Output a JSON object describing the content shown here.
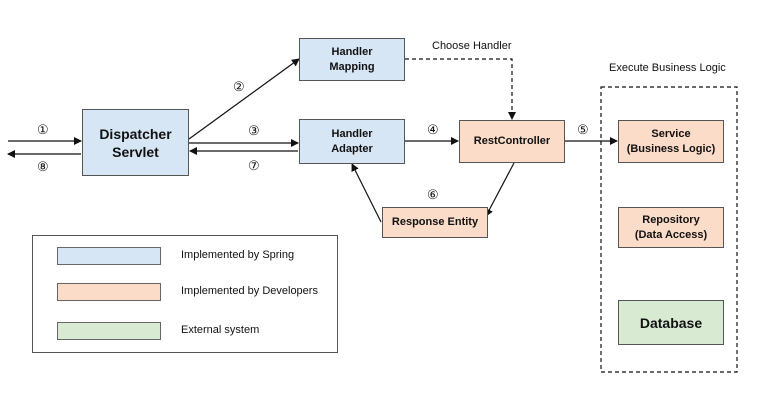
{
  "nodes": {
    "dispatcher": "Dispatcher\nServlet",
    "handler_mapping": "Handler\nMapping",
    "handler_adapter": "Handler\nAdapter",
    "rest_controller": "RestController",
    "response_entity": "Response Entity",
    "service": "Service\n(Business Logic)",
    "repository": "Repository\n(Data Access)",
    "database": "Database"
  },
  "labels": {
    "choose_handler": "Choose Handler",
    "execute_business_logic": "Execute Business Logic"
  },
  "steps": [
    "①",
    "②",
    "③",
    "④",
    "⑤",
    "⑥",
    "⑦",
    "⑧"
  ],
  "legend": {
    "spring": "Implemented by Spring",
    "developers": "Implemented by Developers",
    "external": "External system"
  },
  "colors": {
    "spring": "#d6e6f5",
    "developers": "#fadcc8",
    "external": "#d9ead3"
  }
}
